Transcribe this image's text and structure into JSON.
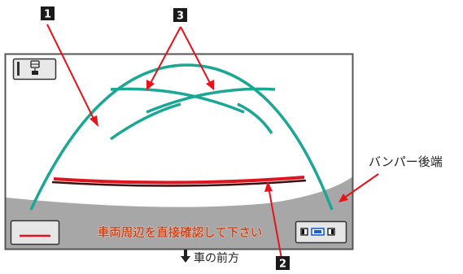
{
  "callouts": {
    "c1": "1",
    "c2": "2",
    "c3": "3"
  },
  "labels": {
    "bumper_edge": "バンパー後端",
    "forward": "車の前方",
    "forward_arrow_icon": "down-arrow-icon"
  },
  "screen": {
    "warning": "車両周辺を直接確認して下さい",
    "top_button_icon": "camera-view-icon",
    "bottom_left_button_icon": "guide-line-icon",
    "bottom_right_button_icon": "view-mode-icon"
  },
  "colors": {
    "guide_teal": "#1aa894",
    "distance_red": "#e0141e",
    "warning_text": "#c8461e",
    "callout_bg": "#1a1a1a",
    "pointer_red": "#e8121a",
    "screen_frame": "#555555",
    "screen_bg": "#ffffff",
    "bumper_gray": "#a6a6a6"
  }
}
